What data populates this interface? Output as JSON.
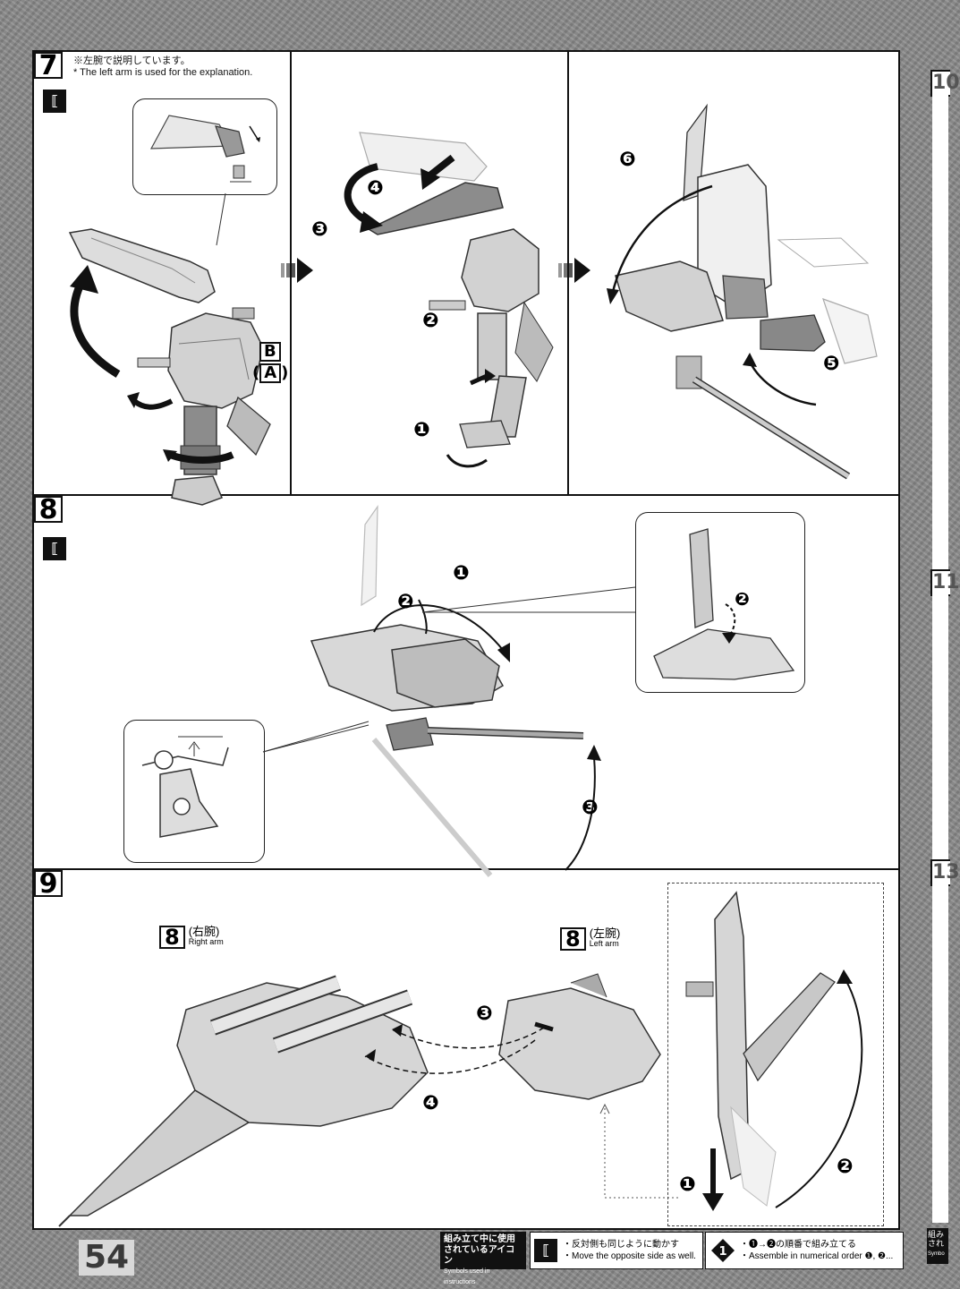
{
  "page_number": "54",
  "step7": {
    "number": "7",
    "note_ja": "※左腕で説明しています。",
    "note_en": "* The left arm is used for the explanation.",
    "part_label_b": "B",
    "part_label_a": "A",
    "callouts": [
      "1",
      "2",
      "3",
      "4",
      "5",
      "6"
    ]
  },
  "step8": {
    "number": "8",
    "callouts": [
      "1",
      "2",
      "3"
    ]
  },
  "step9": {
    "number": "9",
    "right_arm": {
      "ref": "8",
      "label_ja": "(右腕)",
      "label_en": "Right arm"
    },
    "left_arm": {
      "ref": "8",
      "label_ja": "(左腕)",
      "label_en": "Left arm"
    },
    "callouts": [
      "1",
      "2",
      "3",
      "4"
    ]
  },
  "legend": {
    "title_ja_1": "組み立て中に使用",
    "title_ja_2": "されているアイコン",
    "title_en": "Symbols used in instructions",
    "mirror_ja": "・反対側も同じように動かす",
    "mirror_en": "・Move the opposite side as well.",
    "order_ja": "・❶→❷の順番で組み立てる",
    "order_en": "・Assemble in numerical order ❶, ❷..."
  },
  "edge_tabs": [
    "10",
    "11",
    "13"
  ],
  "edge_text_ja": "組み",
  "edge_text_ja2": "され",
  "edge_text_en": "Symbo"
}
